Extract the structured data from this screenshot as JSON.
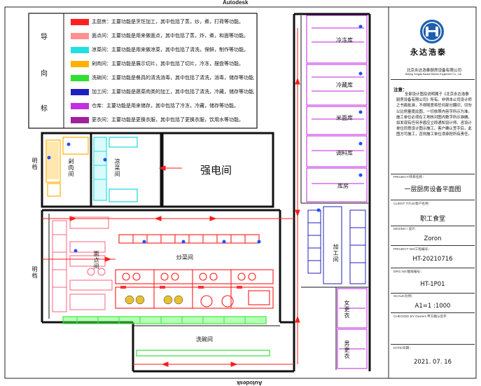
{
  "watermark": {
    "top": "Autodesk",
    "bottom": "Autodesk"
  },
  "legend": {
    "heading_chars": [
      "导",
      "向",
      "标"
    ],
    "items": [
      {
        "color": "#ff2020",
        "text": "主厨房：主要功能是烹饪加工，其中包括了蒸，炒，煮，打荷等功能。"
      },
      {
        "color": "#ff9090",
        "text": "面点间：主要功能是用来做面点，其中包括了蒸，炸，煮，和面等功能。"
      },
      {
        "color": "#20e0e0",
        "text": "凉菜间：主要功能是用来做凉菜，其中包括了清洗，保鲜，制作等功能。"
      },
      {
        "color": "#ffb000",
        "text": "剁肉间：主要功能是展示切片，其中包括了切片，冷冻，摆盘等功能。"
      },
      {
        "color": "#30e030",
        "text": "洗碗间：主要功能是餐具的清洗消毒，其中包括了清洗，消毒，储存等功能。"
      },
      {
        "color": "#2020c0",
        "text": "加工间：主要功能是蔬菜肉类的加工，其中包括了清洗，冷藏，储存等功能。"
      },
      {
        "color": "#c030e0",
        "text": "仓库：主要功能是用来储存，其中包括了冷冻，冷藏，储存等功能。"
      },
      {
        "color": "#a020a0",
        "text": "更衣间：主要功能是更换衣服，其中包括了更换衣服，饮用水等功能。"
      }
    ]
  },
  "rooms": {
    "strong_electric": "强电间",
    "cold_dish": "凉菜间",
    "meat_room": "剁肉间",
    "pastry": "面点间",
    "wok_area": "炒菜间",
    "dish_washing": "洗碗间",
    "cold_storage": "冷冻库",
    "refrigerated": "冷藏库",
    "rice_flour": "米面库",
    "seasoning": "调料库",
    "warehouse": "库房",
    "processing": "加工间",
    "female_changing": "女更衣",
    "male_changing": "男更衣",
    "dining_left_top": "明档",
    "dining_left_bottom": "明档"
  },
  "title_block": {
    "logo_text": "永达浩泰",
    "company_cn": "北京永达浩泰厨房设备有限公司",
    "company_en": "Beijing Yongda Haotai Kitchen Equipment Co., Ltd",
    "notes_label": "注意：",
    "notes": "全部设计图及说明属于《北京永达浩泰厨房设备有限公司》所有。非得本公司设计师之书面批准，不得随意将任何部分翻印，切勿以比例量度此图，一切依照内容字所示为准。施工单位必须在工地核对图内数字所示准确，如发现有任何矛盾应立即通知设计师。咨设计单位同意设计图示施工。客户确认签字后，此图方可施工，否则施工单位须承担所有责任。",
    "project_label": "PROJECT/项目名称：",
    "project_value": "一层厨房设备平面图",
    "client_label": "CLIENT TITLE/客户名称：",
    "client_value": "职工食堂",
    "design_label": "DESING / 设计:",
    "design_value": "Zoron",
    "project_no_label": "PROJECT NO/工程编号：",
    "project_no_value": "HT-20210716",
    "dwg_label": "DRG.NO/图纸编号：",
    "dwg_value": "HT-1P01",
    "scale_label": "SCALE/比例：",
    "scale_value": "A1=1 :1000",
    "checked_label": "CHECKED BY Owners 甲方确认签字",
    "date_label": "DATE/日期：",
    "date_value": "2021. 07. 16"
  },
  "colors": {
    "wall": "#111111",
    "wok": "#ff1a1a",
    "pastry": "#ff8080",
    "cold_dish": "#18d8e0",
    "meat": "#ffb000",
    "washing": "#22dd22",
    "processing": "#2020c0",
    "storage": "#c020e0",
    "changing": "#9020a0"
  }
}
